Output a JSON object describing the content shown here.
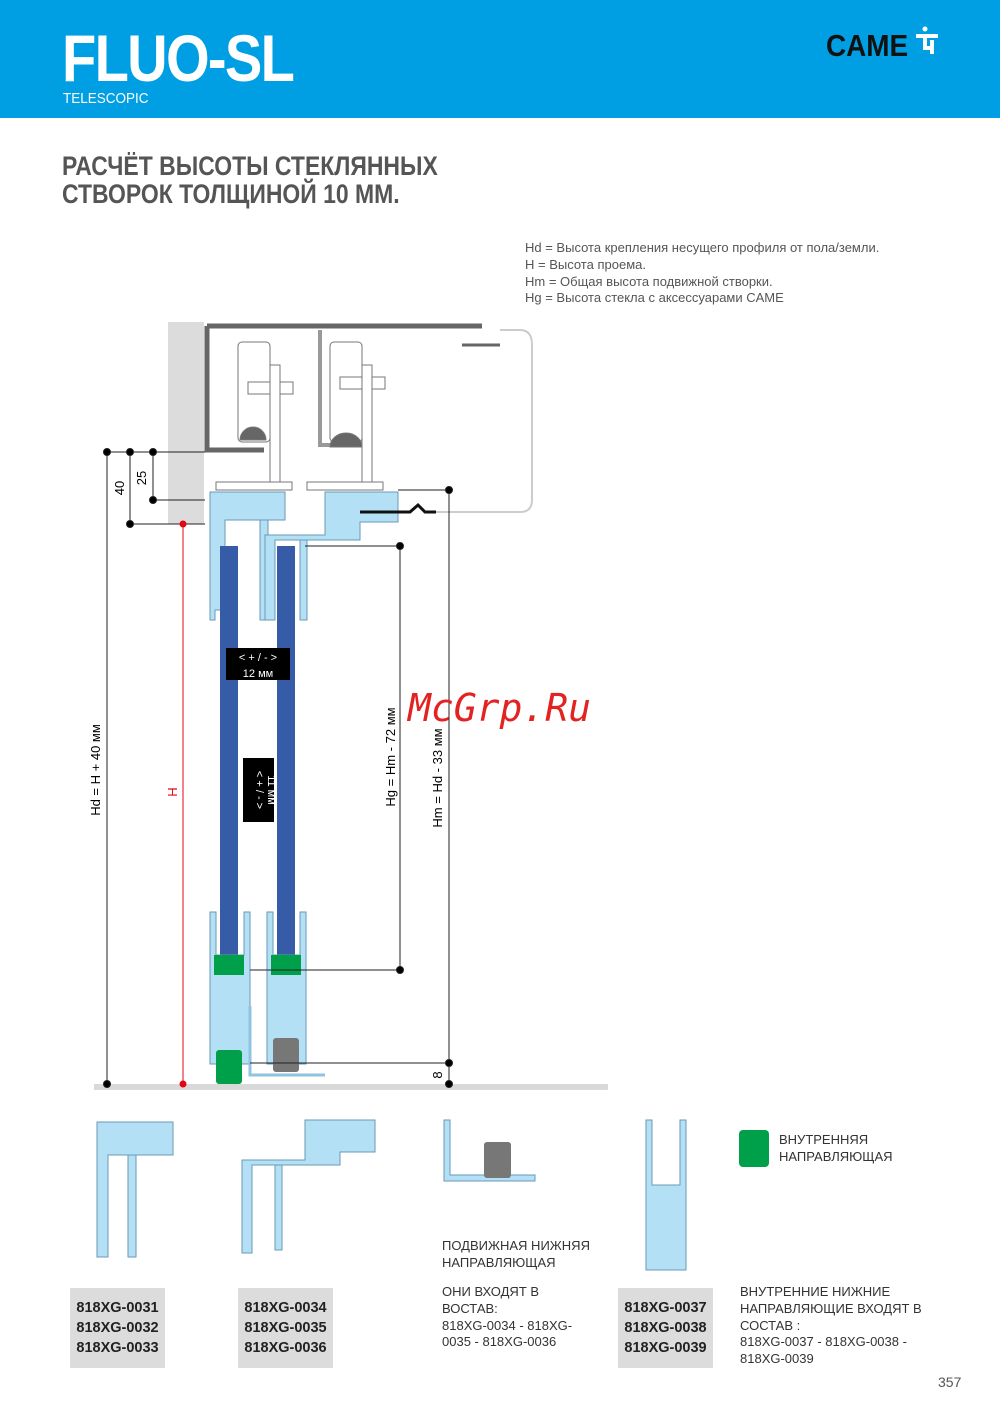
{
  "header": {
    "title": "FLUO-SL",
    "subtitle": "TELESCOPIC",
    "logo": "CAME"
  },
  "heading": "РАСЧЁТ ВЫСОТЫ СТЕКЛЯННЫХ СТВОРОК ТОЛЩИНОЙ 10 ММ.",
  "legend": [
    "Hd = Высота крепления несущего профиля от пола/земли.",
    "H = Высота проема.",
    "Hm = Общая высота подвижной створки.",
    "Hg = Высота стекла с аксессуарами CAME"
  ],
  "diagram": {
    "dim_40": "40",
    "dim_25": "25",
    "dim_8": "8",
    "hd_label": "Hd = H + 40 мм",
    "h_label": "H",
    "hg_label": "Hg = Hm - 72 мм",
    "hm_label": "Hm = Hd - 33 мм",
    "tol_h_sign": "< + / - >",
    "tol_h_value": "12 мм",
    "tol_v_sign": "< + / - >",
    "tol_v_value": "11 мм"
  },
  "watermark": "McGrp.Ru",
  "parts": {
    "codes_1": [
      "818XG-0031",
      "818XG-0032",
      "818XG-0033"
    ],
    "codes_2": [
      "818XG-0034",
      "818XG-0035",
      "818XG-0036"
    ],
    "codes_3": [
      "818XG-0037",
      "818XG-0038",
      "818XG-0039"
    ],
    "movable_guide_title": [
      "ПОДВИЖНАЯ НИЖНЯЯ",
      "НАПРАВЛЯЮЩАЯ"
    ],
    "movable_guide_note": [
      "ОНИ ВХОДЯТ В",
      "ВОСТАВ:",
      "818XG-0034 - 818XG-",
      "0035 - 818XG-0036"
    ],
    "inner_guide_legend": [
      "ВНУТРЕННЯЯ",
      "НАПРАВЛЯЮЩАЯ"
    ],
    "inner_guide_note": [
      "ВНУТРЕННИЕ НИЖНИЕ",
      "НАПРАВЛЯЮЩИЕ ВХОДЯТ В",
      "СОСТАВ :",
      "818XG-0037 - 818XG-0038 -",
      "818XG-0039"
    ]
  },
  "page_number": "357",
  "colors": {
    "brand": "#009fe3",
    "glass": "#365ca8",
    "profile": "#b3e0f5",
    "inner_guide": "#00a04a",
    "dimension_h": "#e30613"
  }
}
